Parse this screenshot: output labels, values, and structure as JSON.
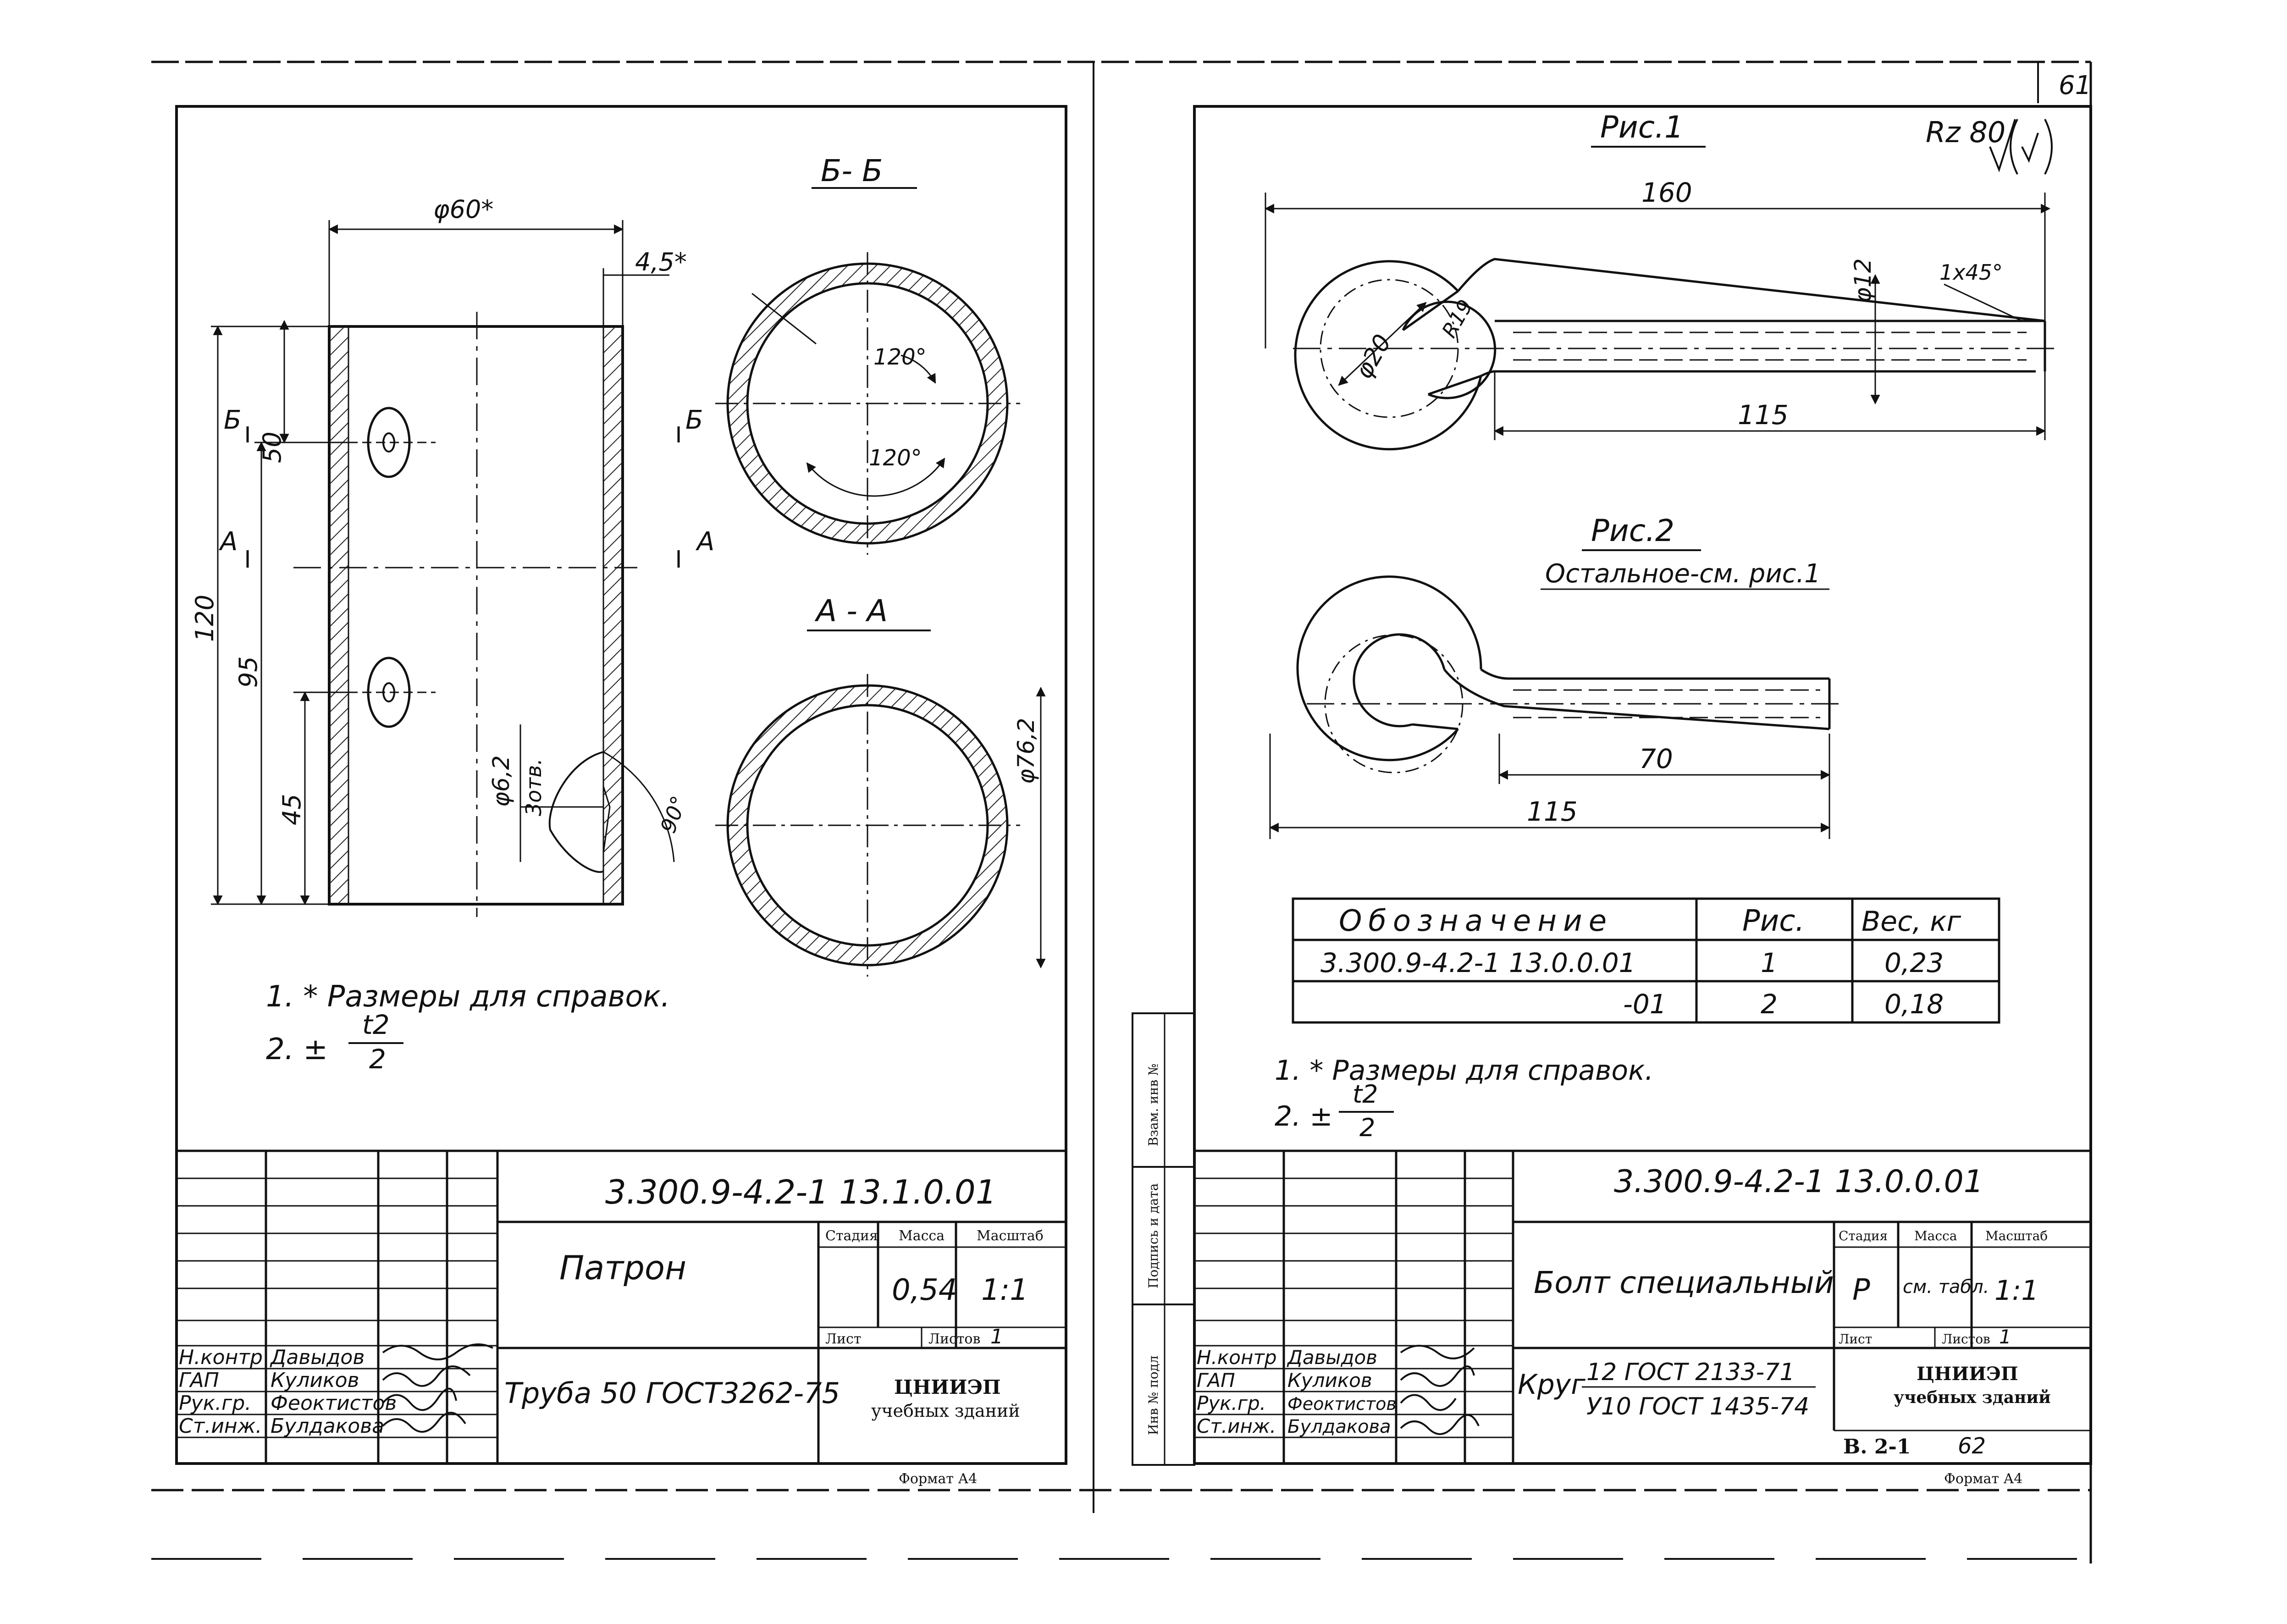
{
  "page_number": "61",
  "left_sheet": {
    "section_bb": "Б- Б",
    "section_aa": "А - А",
    "dims": {
      "dia_outer": "φ60*",
      "wall": "4,5*",
      "total": "120",
      "d95": "95",
      "d50": "50",
      "d45": "45",
      "hole_dia": "φ6,2",
      "holes_count": "3отв.",
      "angle90": "90°",
      "angle120a": "120°",
      "angle120b": "120°",
      "dia762": "φ76,2"
    },
    "cut_marks": {
      "b_left": "Б",
      "b_right": "Б",
      "a_left": "А",
      "a_right": "А"
    },
    "notes": [
      "1. * Размеры для справок.",
      "2. ±"
    ],
    "tol_num": "t2",
    "tol_den": "2",
    "title_block": {
      "designation": "3.300.9-4.2-1 13.1.0.01",
      "part_name": "Патрон",
      "material": "Труба 50 ГОСТ3262-75",
      "stage_label": "Стадия",
      "mass_label": "Масса",
      "scale_label": "Масштаб",
      "stage": "",
      "mass": "0,54",
      "scale": "1:1",
      "sheet_label": "Лист",
      "sheets_label": "Листов",
      "sheets": "1",
      "org": "ЦНИИЭП",
      "org_sub": "учебных зданий",
      "people": [
        {
          "role": "Н.контр",
          "name": "Давыдов"
        },
        {
          "role": "ГАП",
          "name": "Куликов"
        },
        {
          "role": "Рук.гр.",
          "name": "Феоктистов"
        },
        {
          "role": "Ст.инж.",
          "name": "Булдакова"
        }
      ]
    },
    "format": "Формат А4"
  },
  "right_sheet": {
    "roughness": "Rz 80",
    "fig1": {
      "title": "Рис.1",
      "dim_len": "160",
      "dim_thread": "115",
      "dia20": "φ20",
      "r19": "R19",
      "dia12": "φ12",
      "chamfer": "1x45°"
    },
    "fig2": {
      "title": "Рис.2",
      "subtitle": "Остальное-см. рис.1",
      "dim_thread": "70",
      "dim_len": "115"
    },
    "table": {
      "headers": [
        "Обозначение",
        "Рис.",
        "Вес, кг"
      ],
      "rows": [
        [
          "3.300.9-4.2-1 13.0.0.01",
          "1",
          "0,23"
        ],
        [
          "-01",
          "2",
          "0,18"
        ]
      ]
    },
    "notes": [
      "1. * Размеры для справок.",
      "2. ±"
    ],
    "tol_num": "t2",
    "tol_den": "2",
    "side_stamps": [
      "Взам. инв №",
      "Подпись и дата",
      "Инв № подл"
    ],
    "title_block": {
      "designation": "3.300.9-4.2-1 13.0.0.01",
      "part_name": "Болт специальный",
      "material_prefix": "Круг",
      "material_top": "12 ГОСТ 2133-71",
      "material_bottom": "У10 ГОСТ 1435-74",
      "stage_label": "Стадия",
      "mass_label": "Масса",
      "scale_label": "Масштаб",
      "stage": "Р",
      "mass": "см. табл.",
      "scale": "1:1",
      "sheet_label": "Лист",
      "sheets_label": "Листов",
      "sheets": "1",
      "org": "ЦНИИЭП",
      "org_sub": "учебных зданий",
      "people": [
        {
          "role": "Н.контр",
          "name": "Давыдов"
        },
        {
          "role": "ГАП",
          "name": "Куликов"
        },
        {
          "role": "Рук.гр.",
          "name": "Феоктистов"
        },
        {
          "role": "Ст.инж.",
          "name": "Булдакова"
        }
      ]
    },
    "bottom_code": "В. 2-1",
    "bottom_page": "62",
    "format": "Формат А4"
  }
}
